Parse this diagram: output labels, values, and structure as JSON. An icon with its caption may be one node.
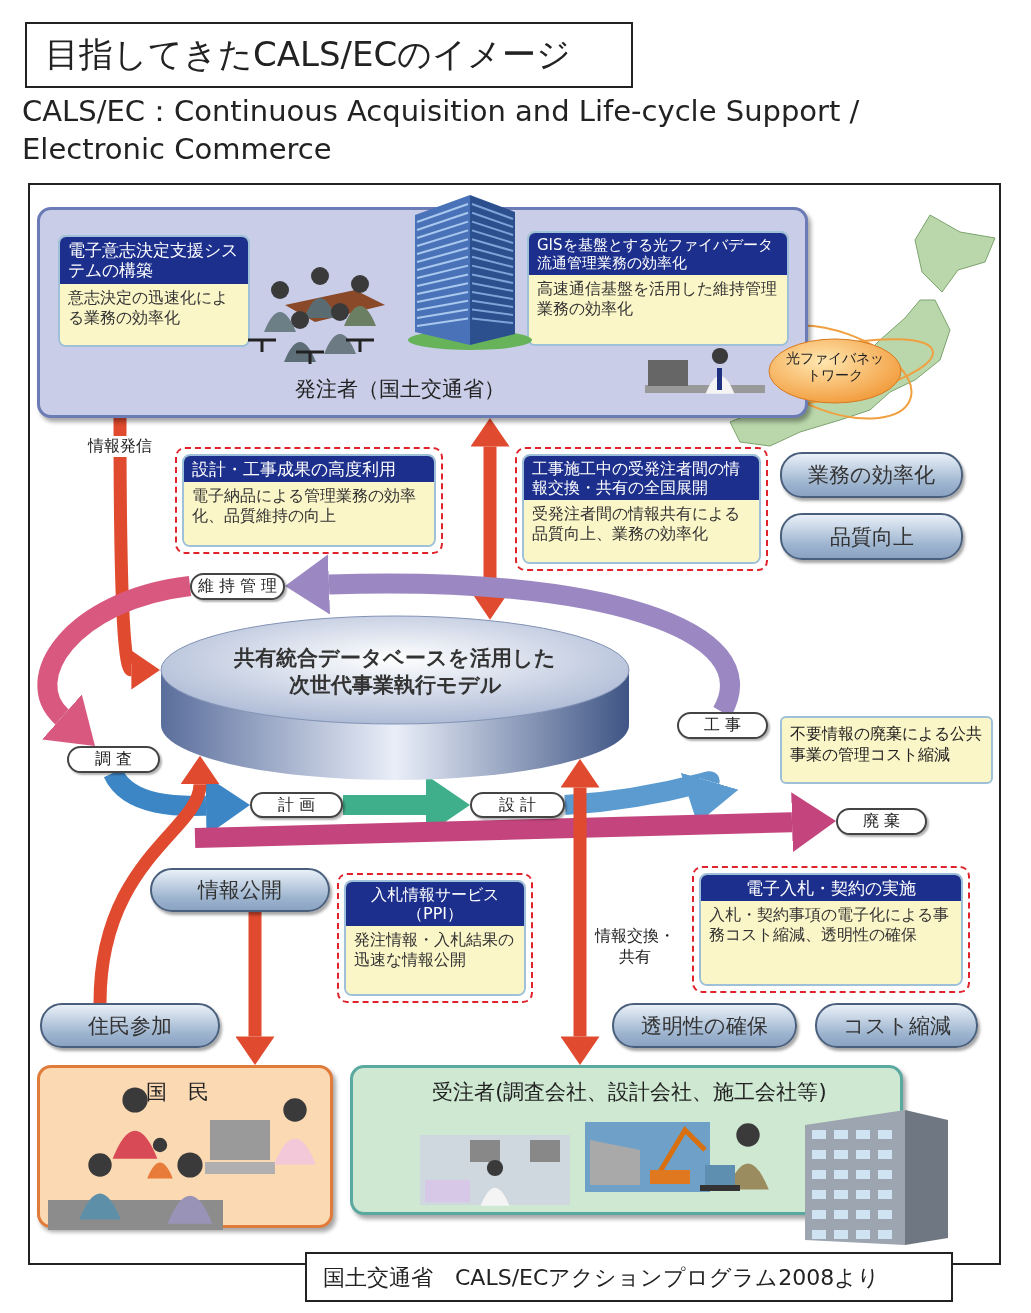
{
  "diagram": {
    "title": "目指してきたCALS/ECのイメージ",
    "caption": "国土交通省　CALS/ECアクションプログラム2008より",
    "nodes": [
      {
        "text": [
          "発注者（国土交通省）"
        ]
      },
      {
        "text": [
          "電子意志決定支援システムの構築",
          "意志決定の迅速化による業務の効率化"
        ],
        "in": 0
      },
      {
        "text": [
          "GISを基盤とする光ファイバデータ流通管理業務の効率化",
          "高速通信基盤を活用した維持管理業務の効率化"
        ],
        "in": 0
      },
      {
        "text": [
          "光ファイバネットワーク"
        ]
      },
      {
        "text": [
          "設計・工事成果の高度利用",
          "電子納品による管理業務の効率化、品質維持の向上"
        ]
      },
      {
        "text": [
          "工事施工中の受発注者間の情報交換・共有の全国展開",
          "受発注者間の情報共有による品質向上、業務の効率化"
        ]
      },
      {
        "text": [
          "業務の効率化"
        ]
      },
      {
        "text": [
          "品質向上"
        ]
      },
      {
        "text": [
          "共有統合データベースを活用した次世代事業執行モデル"
        ]
      },
      {
        "text": [
          "維持管理"
        ]
      },
      {
        "text": [
          "調査"
        ]
      },
      {
        "text": [
          "計画"
        ]
      },
      {
        "text": [
          "設計"
        ]
      },
      {
        "text": [
          "工事"
        ]
      },
      {
        "text": [
          "廃棄"
        ]
      },
      {
        "text": [
          "不要情報の廃棄による公共事業の管理コスト縮減"
        ]
      },
      {
        "text": [
          "情報公開"
        ]
      },
      {
        "text": [
          "住民参加"
        ]
      },
      {
        "text": [
          "入札情報サービス（PPI）",
          "発注情報・入札結果の迅速な情報公開"
        ]
      },
      {
        "text": [
          "電子入札・契約の実施",
          "入札・契約事項の電子化による事務コスト縮減、透明性の確保"
        ]
      },
      {
        "text": [
          "透明性の確保"
        ]
      },
      {
        "text": [
          "コスト縮減"
        ]
      },
      {
        "text": [
          "国民"
        ]
      },
      {
        "text": [
          "受注者(調査会社、設計会社、施工会社等)"
        ]
      }
    ],
    "edges": [
      {
        "from": 0,
        "to": 8,
        "arrow": "to",
        "label": "情報発信",
        "color": "#e04a2f"
      },
      {
        "from": 0,
        "to": 8,
        "arrow": "both",
        "color": "#e04a2f"
      },
      {
        "from": 9,
        "to": 10,
        "arrow": "to",
        "color": "#d9587f"
      },
      {
        "from": 10,
        "to": 11,
        "arrow": "to",
        "color": "#3d86c6"
      },
      {
        "from": 11,
        "to": 12,
        "arrow": "to",
        "color": "#3fae8a"
      },
      {
        "from": 12,
        "to": 13,
        "arrow": "to",
        "color": "#5b9bd0"
      },
      {
        "from": 13,
        "to": 9,
        "arrow": "to",
        "color": "#9b88c2"
      },
      {
        "from": null,
        "to": 14,
        "arrow": "to",
        "color": "#c4457e"
      },
      {
        "from": 17,
        "to": 8,
        "arrow": "to",
        "color": "#e04a2f"
      },
      {
        "from": 16,
        "to": 22,
        "arrow": "to",
        "color": "#e04a2f"
      },
      {
        "from": 8,
        "to": 23,
        "arrow": "both",
        "label": "情報交換・共有",
        "color": "#e04a2f"
      }
    ],
    "labels": [
      "CALS/EC：Continuous Acquisition and Life-cycle Support / Electronic Commerce"
    ]
  }
}
